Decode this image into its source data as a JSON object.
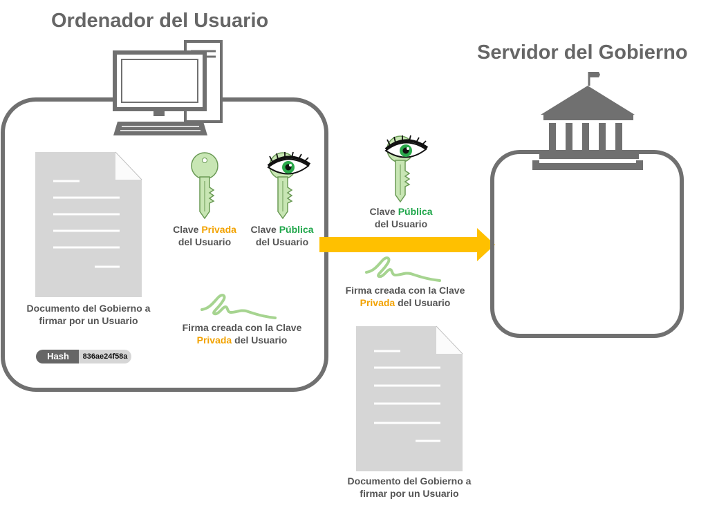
{
  "user_computer": {
    "title": "Ordenador del Usuario",
    "document_label_line1": "Documento del Gobierno a",
    "document_label_line2": "firmar por un Usuario",
    "private_key_label": {
      "prefix": "Clave ",
      "highlight": "Privada",
      "line2": "del Usuario"
    },
    "public_key_label": {
      "prefix": "Clave ",
      "highlight": "Pública",
      "line2": "del Usuario"
    },
    "signature_label": {
      "line1": "Firma creada con la Clave",
      "highlight": "Privada",
      "suffix": " del Usuario"
    },
    "hash": {
      "label": "Hash",
      "value": "836ae24f58a"
    }
  },
  "transfer": {
    "public_key_label": {
      "prefix": "Clave ",
      "highlight": "Pública",
      "line2": "del Usuario"
    },
    "signature_label": {
      "line1": "Firma creada con la Clave",
      "highlight": "Privada",
      "suffix": " del Usuario"
    },
    "document_label_line1": "Documento del Gobierno a",
    "document_label_line2": "firmar por un Usuario"
  },
  "government_server": {
    "title": "Servidor del Gobierno"
  },
  "colors": {
    "frame": "#707070",
    "doc_gray": "#d6d6d6",
    "key_green": "#c8e6b4",
    "key_stroke": "#6a9a55",
    "arrow": "#ffc000",
    "orange_text": "#f2a200",
    "green_text": "#1fa64a"
  },
  "icons": [
    "computer-icon",
    "document-icon",
    "key-icon",
    "eye-icon",
    "signature-icon",
    "government-building-icon",
    "arrow-icon"
  ]
}
